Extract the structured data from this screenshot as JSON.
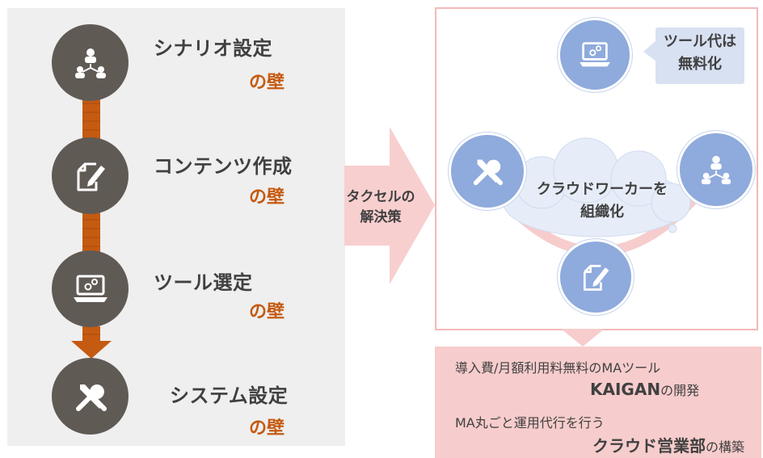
{
  "steps": [
    {
      "title": "シナリオ設定",
      "sub": "の壁",
      "icon": "network-icon"
    },
    {
      "title": "コンテンツ作成",
      "sub": "の壁",
      "icon": "edit-icon"
    },
    {
      "title": "ツール選定",
      "sub": "の壁",
      "icon": "laptop-gear-icon"
    },
    {
      "title": "システム設定",
      "sub": "の壁",
      "icon": "tools-icon"
    }
  ],
  "arrow": {
    "line1": "タクセルの",
    "line2": "解決策"
  },
  "solution": {
    "bubble_line1": "ツール代は",
    "bubble_line2": "無料化",
    "cloud_line1": "クラウドワーカーを",
    "cloud_line2": "組織化"
  },
  "bottom": {
    "line1": "導入費/月額利用料無料のMAツール",
    "line2_bold": "KAIGAN",
    "line2_rest": "の開発",
    "line3": "MA丸ごと運用代行を行う",
    "line4_bold": "クラウド営業部",
    "line4_rest": "の構築"
  },
  "colors": {
    "accent_orange": "#c55a11",
    "step_circle": "#605a55",
    "blue_circle": "#8faadc",
    "pink": "#f7cccc",
    "text": "#404040"
  }
}
